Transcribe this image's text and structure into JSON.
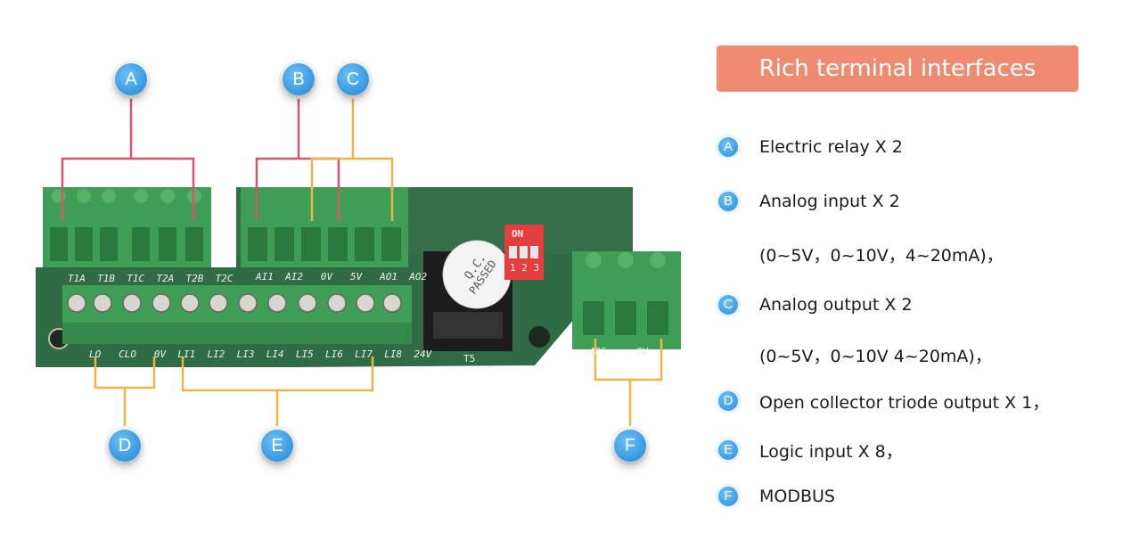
{
  "callouts": {
    "a": "A",
    "b": "B",
    "c": "C",
    "d": "D",
    "e": "E",
    "f": "F"
  },
  "board": {
    "relay_labels": [
      "T1A",
      "T1B",
      "T1C",
      "T2A",
      "T2B",
      "T2C"
    ],
    "analog_labels": [
      "AI1",
      "AI2",
      "0V",
      "5V",
      "AO1",
      "AO2"
    ],
    "bottom_labels": [
      "LO",
      "CLO",
      "0V",
      "LI1",
      "LI2",
      "LI3",
      "LI4",
      "LI5",
      "LI6",
      "LI7",
      "LI8",
      "24V"
    ],
    "modbus_label": "+485-    0V",
    "dip_label": "ON",
    "dip_numbers": "1 2 3",
    "sticker_line1": "Q.C.",
    "sticker_line2": "PASSED",
    "jack_label": "T5"
  },
  "panel": {
    "title": "Rich terminal interfaces",
    "items": [
      {
        "letter": "A",
        "text": "Electric relay X 2"
      },
      {
        "letter": "B",
        "text": "Analog input X 2"
      },
      {
        "letter": "",
        "text": "(0~5V，0~10V，4~20mA)，"
      },
      {
        "letter": "C",
        "text": "Analog output X 2"
      },
      {
        "letter": "",
        "text": "(0~5V，0~10V 4~20mA)，"
      },
      {
        "letter": "D",
        "text": "Open collector triode output  X  1，"
      },
      {
        "letter": "E",
        "text": "Logic input X 8，"
      },
      {
        "letter": "F",
        "text": "MODBUS"
      }
    ]
  },
  "colors": {
    "relay_line": "#d8556a",
    "analog_line": "#f2b24a",
    "badge_blue": "#3d9de3",
    "title_bg": "#ef8b71",
    "terminal_green": "#3f9e55",
    "pcb_green": "#2f6b45"
  }
}
